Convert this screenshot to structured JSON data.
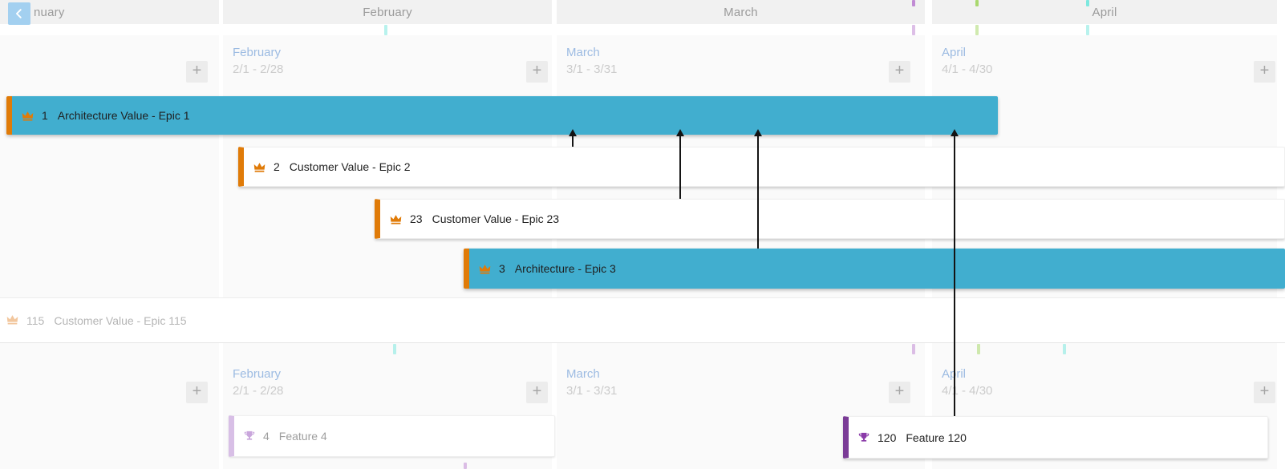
{
  "ui": {
    "plus": "+"
  },
  "colors": {
    "teal_bar": "#41AECF",
    "epic_accent_orange": "#E07B08",
    "feature_accent_purple": "#7A3B96",
    "feature_accent_purple_faded": "#D8BFE6",
    "back_button_blue": "#A3D0F0",
    "month_label_blue": "#9CBBE2",
    "header_bg": "#F1F1F1",
    "lane_bg": "#FAFAFA",
    "tick_purple": "#C18BD4",
    "tick_green": "#A9D86E",
    "tick_cyan": "#7DE8DF",
    "arrow_black": "#141414"
  },
  "header": {
    "months": [
      {
        "label": "nuary"
      },
      {
        "label": "February"
      },
      {
        "label": "March"
      },
      {
        "label": "April"
      }
    ]
  },
  "lane1": {
    "cells": [
      {
        "name": "February",
        "range": "2/1 - 2/28"
      },
      {
        "name": "March",
        "range": "3/1 - 3/31"
      },
      {
        "name": "April",
        "range": "4/1 - 4/30"
      }
    ]
  },
  "lane2": {
    "cells": [
      {
        "name": "February",
        "range": "2/1 - 2/28"
      },
      {
        "name": "March",
        "range": "3/1 - 3/31"
      },
      {
        "name": "April",
        "range": "4/1 - 4/30"
      }
    ]
  },
  "items": {
    "epic1": {
      "id": "1",
      "title": "Architecture Value - Epic 1"
    },
    "epic2": {
      "id": "2",
      "title": "Customer Value - Epic 2"
    },
    "epic23": {
      "id": "23",
      "title": "Customer Value - Epic 23"
    },
    "epic3": {
      "id": "3",
      "title": "Architecture - Epic 3"
    },
    "epic115": {
      "id": "115",
      "title": "Customer Value - Epic 115"
    },
    "feature4": {
      "id": "4",
      "title": "Feature 4"
    },
    "feature120": {
      "id": "120",
      "title": "Feature 120"
    }
  }
}
